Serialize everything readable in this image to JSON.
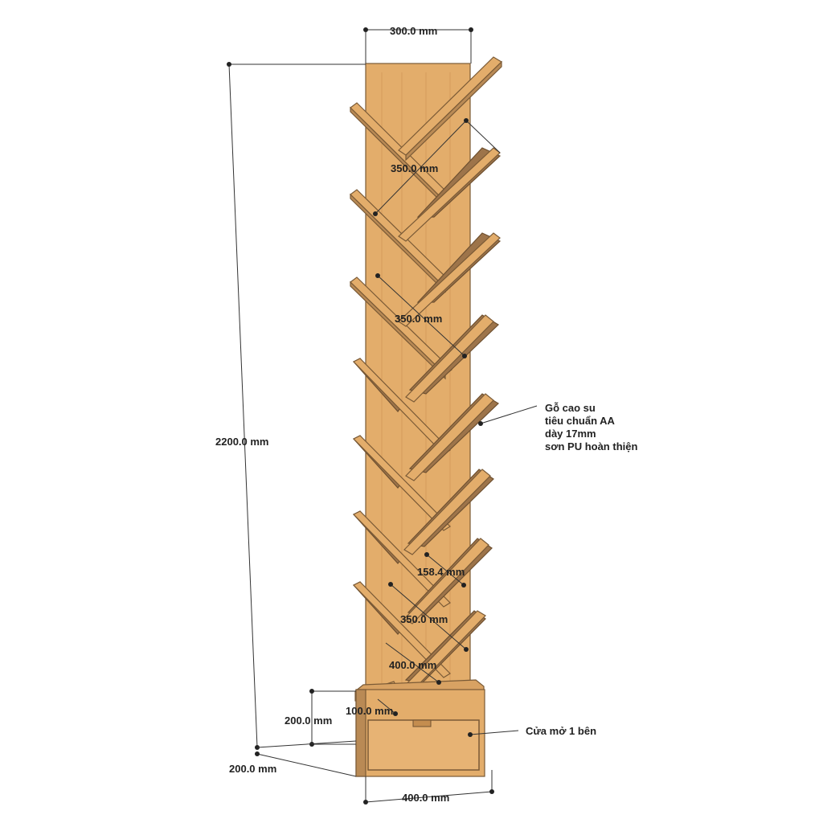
{
  "dimensions": {
    "top_width": "300.0 mm",
    "total_height": "2200.0 mm",
    "shelf_span_1": "350.0 mm",
    "shelf_span_2": "350.0 mm",
    "shelf_depth": "158.4 mm",
    "shelf_span_3": "350.0 mm",
    "lower_span": "400.0 mm",
    "base_gap": "100.0 mm",
    "base_height": "200.0 mm",
    "base_depth": "200.0 mm",
    "base_width": "400.0 mm"
  },
  "notes": {
    "material_line1": "Gỗ cao su",
    "material_line2": "tiêu chuẩn AA",
    "material_line3": "dày 17mm",
    "material_line4": "sơn PU hoàn thiện",
    "door": "Cửa mở 1 bên"
  },
  "colors": {
    "wood_face": "#e3ad6b",
    "wood_side": "#b98a55",
    "wood_dark": "#9d744a",
    "dimension_line": "#333333"
  }
}
